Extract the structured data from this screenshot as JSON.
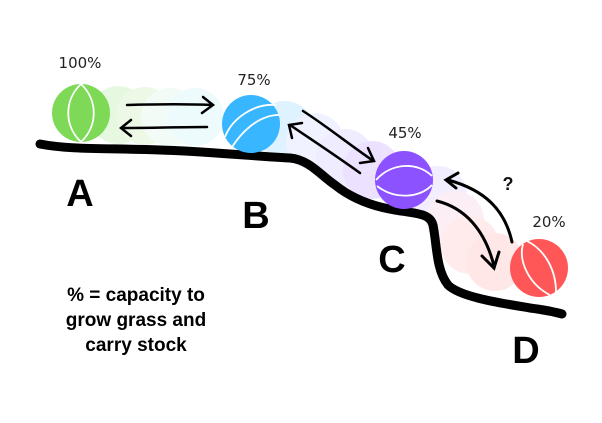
{
  "diagram": {
    "states": [
      {
        "id": "A",
        "label": "A",
        "percent": "100%",
        "color": "#7ed957"
      },
      {
        "id": "B",
        "label": "B",
        "percent": "75%",
        "color": "#38b6ff"
      },
      {
        "id": "C",
        "label": "C",
        "percent": "45%",
        "color": "#8c52ff"
      },
      {
        "id": "D",
        "label": "D",
        "percent": "20%",
        "color": "#ff5757"
      }
    ],
    "question_mark": "?",
    "note_lines": [
      "% = capacity to",
      "grow grass and",
      "carry stock"
    ]
  }
}
